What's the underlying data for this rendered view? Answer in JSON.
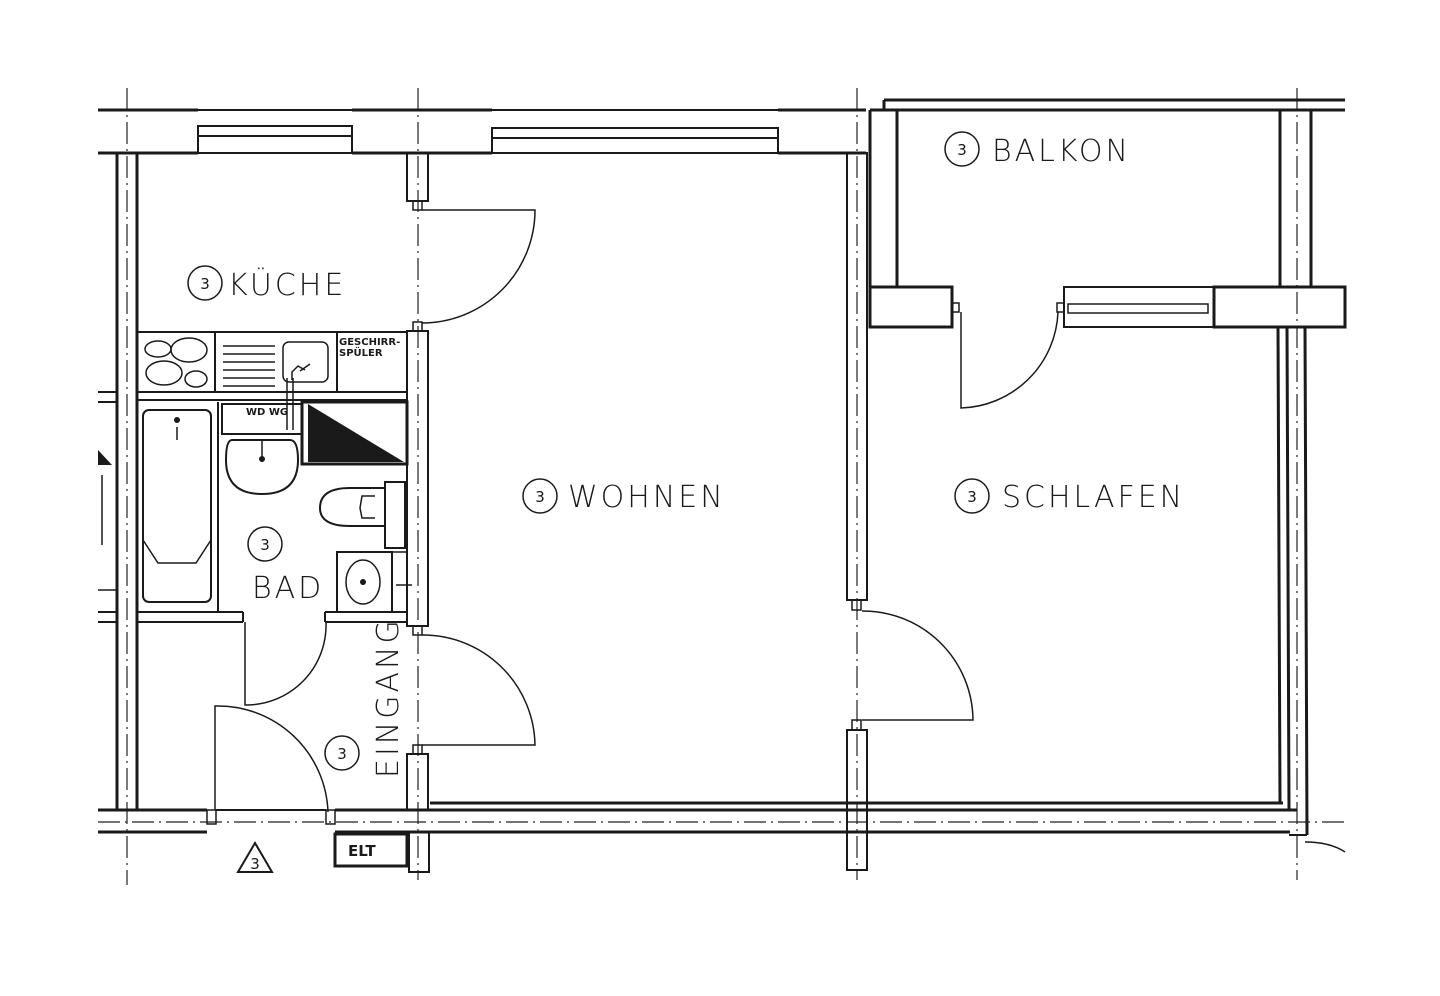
{
  "floor_plan": {
    "rooms": [
      {
        "id": "kueche",
        "number": "3",
        "name": "KÜCHE"
      },
      {
        "id": "wohnen",
        "number": "3",
        "name": "WOHNEN"
      },
      {
        "id": "schlafen",
        "number": "3",
        "name": "SCHLAFEN"
      },
      {
        "id": "balkon",
        "number": "3",
        "name": "BALKON"
      },
      {
        "id": "bad",
        "number": "3",
        "name": "BAD"
      },
      {
        "id": "eingang",
        "number": "3",
        "name": "EINGANG"
      }
    ],
    "fixtures": {
      "dishwasher_label_line1": "GESCHIRR-",
      "dishwasher_label_line2": "SPÜLER",
      "electric_box": "ELT",
      "entrance_marker": "3"
    },
    "colors": {
      "line": "#1a1a1a",
      "background": "#ffffff"
    }
  }
}
